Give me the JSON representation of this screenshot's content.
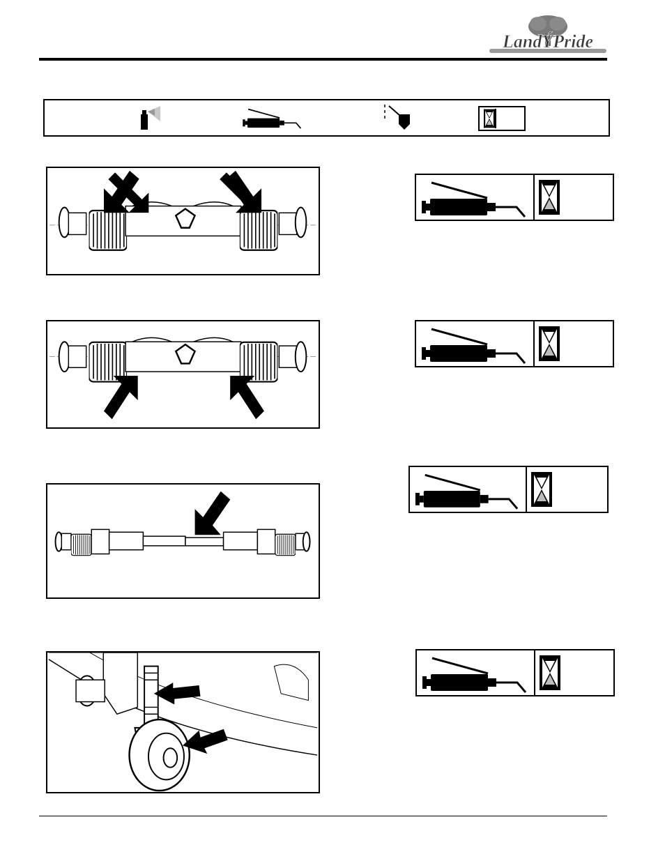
{
  "header": {
    "brand_name": "LandÝPride",
    "brand_color": "#5c5c5c"
  },
  "legend": {
    "icons": [
      "spray-can-icon",
      "grease-gun-icon",
      "oil-can-icon",
      "hourglass-icon"
    ]
  },
  "figures": [
    {
      "subject": "driveline-upper-crosses",
      "arrow_count": 2,
      "icon": "arrow-icon"
    },
    {
      "subject": "driveline-lower-crosses",
      "arrow_count": 2,
      "icon": "arrow-icon"
    },
    {
      "subject": "driveline-telescoping-tube",
      "arrow_count": 1,
      "icon": "arrow-icon"
    },
    {
      "subject": "gauge-wheel-spindle",
      "arrow_count": 2,
      "icon": "arrow-icon"
    }
  ],
  "intervals": [
    {
      "icons": [
        "grease-gun-icon",
        "hourglass-icon"
      ]
    },
    {
      "icons": [
        "grease-gun-icon",
        "hourglass-icon"
      ]
    },
    {
      "icons": [
        "grease-gun-icon",
        "hourglass-icon"
      ]
    },
    {
      "icons": [
        "grease-gun-icon",
        "hourglass-icon"
      ]
    }
  ]
}
